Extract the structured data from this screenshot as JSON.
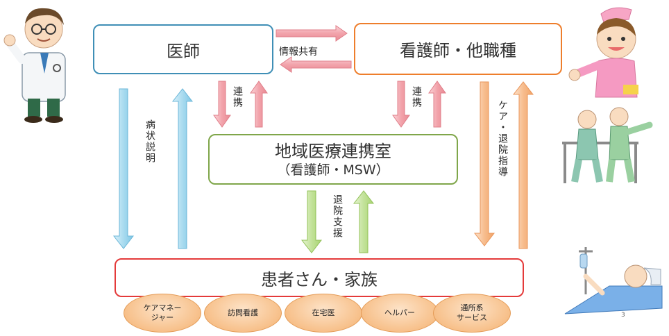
{
  "nodes": {
    "doctor": "医師",
    "nurse_staff": "看護師・他職種",
    "center": "地域医療連携室",
    "center_sub": "（看護師・MSW）",
    "patient": "患者さん・家族"
  },
  "labels": {
    "info_share": "情報共有",
    "coop_left": "連携",
    "coop_right": "連携",
    "condition_explanation": "病状説明",
    "discharge_support": "退院支援",
    "care_discharge_guidance": "ケア・退院指導"
  },
  "services": [
    "ケアマネー\nジャー",
    "訪問看護",
    "在宅医",
    "ヘルパー",
    "通所系\nサービス"
  ],
  "page_number": "3",
  "colors": {
    "doctor_border": "#3f8fb6",
    "nurse_border": "#ee7e2c",
    "center_border": "#7fa64a",
    "patient_border": "#e43a3a",
    "arrow_pink": "#f2a3ab",
    "arrow_blue": "#a9dbef",
    "arrow_green": "#c3e29a",
    "arrow_orange": "#f7bd8e",
    "service_fill": "#f7c08a"
  }
}
